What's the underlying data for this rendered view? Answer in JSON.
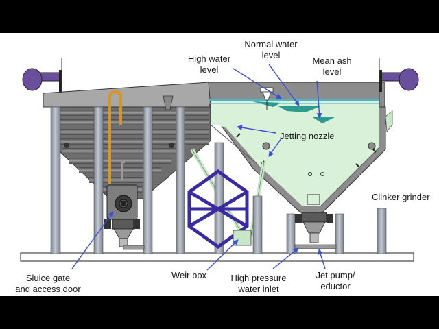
{
  "labels": {
    "normal_water_level": [
      "Normal water",
      "level"
    ],
    "high_water_level": [
      "High water",
      "level"
    ],
    "mean_ash_level": [
      "Mean ash",
      "level"
    ],
    "jetting_nozzle": "Jetting nozzle",
    "clinker_grinder": "Clinker grinder",
    "sluice_gate": [
      "Sluice gate",
      "and access door"
    ],
    "weir_box": "Weir box",
    "high_pressure_water_inlet": [
      "High pressure",
      "water inlet"
    ],
    "jet_pump_eductor": [
      "Jet pump/",
      "eductor"
    ]
  },
  "colors": {
    "frame_bg": "#000000",
    "panel_bg": "#ffffff",
    "hopper_grey": "#8c8c8c",
    "water": "#d9f0d9",
    "water_surface": "#4fb3c9",
    "ash": "#2d9c8f",
    "arrow": "#3b4fd0",
    "brace": "#3a2ca0",
    "pipe_orange": "#d9951f",
    "motor": "#6a4f9c",
    "leg": "#9aa0ad"
  },
  "icons": [
    "drive-motor-icon",
    "sluice-gate-icon",
    "jet-pump-icon",
    "clinker-grinder-icon"
  ]
}
